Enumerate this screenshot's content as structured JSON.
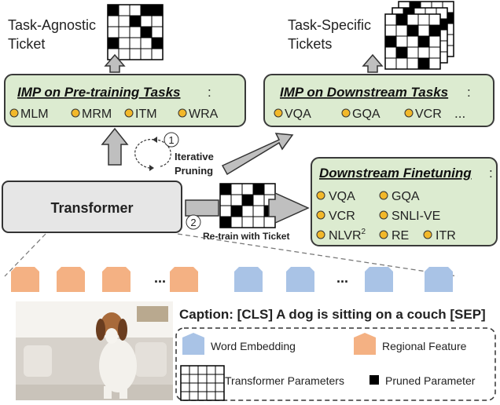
{
  "colors": {
    "green_fill": "#dcebd0",
    "green_stroke": "#3a3a3a",
    "gray_fill": "#e6e6e6",
    "dot_fill": "#f2b82a",
    "regional": "#f4b183",
    "word": "#a9c3e6",
    "arrow": "#bfbfbf"
  },
  "tickets": {
    "agnostic": [
      "Task-Agnostic",
      "Ticket"
    ],
    "specific": [
      "Task-Specific",
      "Tickets"
    ]
  },
  "pretraining": {
    "title": "IMP on Pre-training Tasks",
    "tasks": [
      "MLM",
      "MRM",
      "ITM",
      "WRA"
    ]
  },
  "downstream": {
    "title": "IMP on Downstream Tasks",
    "tasks": [
      "VQA",
      "GQA",
      "VCR"
    ],
    "ellipsis": "..."
  },
  "iterative": {
    "number": "1",
    "lines": [
      "Iterative",
      "Pruning"
    ]
  },
  "transformer": {
    "label": "Transformer"
  },
  "retrain": {
    "number": "2",
    "label": "Re-train with Ticket"
  },
  "finetune": {
    "title": "Downstream Finetuning",
    "tasks": [
      "VQA",
      "GQA",
      "VCR",
      "SNLI-VE",
      "NLVR",
      "RE",
      "ITR"
    ],
    "nlvr_sup": "2"
  },
  "tokens": {
    "ellipsis_left": "...",
    "ellipsis_right": "..."
  },
  "caption": "Caption: [CLS] A dog is sitting on a couch [SEP]",
  "legend": {
    "word": "Word Embedding",
    "regional": "Regional Feature",
    "params": "Transformer Parameters",
    "pruned": "Pruned Parameter"
  },
  "grids": {
    "agnostic": [
      [
        1,
        0,
        0,
        1,
        1
      ],
      [
        0,
        0,
        1,
        0,
        0
      ],
      [
        0,
        0,
        0,
        1,
        0
      ],
      [
        1,
        0,
        0,
        0,
        1
      ],
      [
        0,
        0,
        0,
        0,
        0
      ]
    ],
    "specific": [
      [
        0,
        1,
        0,
        0,
        0
      ],
      [
        0,
        0,
        1,
        0,
        1
      ],
      [
        1,
        0,
        0,
        1,
        0
      ],
      [
        0,
        1,
        0,
        0,
        0
      ],
      [
        0,
        0,
        0,
        1,
        0
      ]
    ],
    "retrain": [
      [
        1,
        0,
        0,
        1,
        0
      ],
      [
        0,
        0,
        1,
        0,
        0
      ],
      [
        0,
        1,
        0,
        0,
        1
      ],
      [
        1,
        0,
        0,
        0,
        0
      ]
    ]
  }
}
